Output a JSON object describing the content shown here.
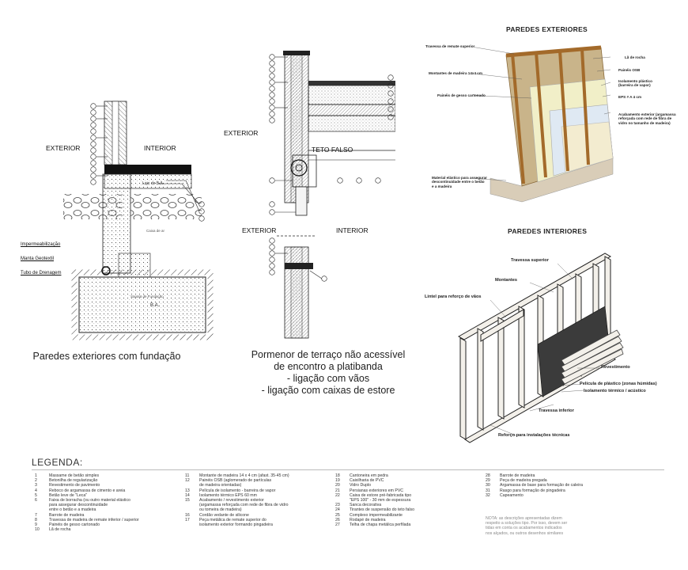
{
  "detail1": {
    "caption": "Paredes exteriores com fundação",
    "exterior": "EXTERIOR",
    "interior": "INTERIOR",
    "labels": [
      "Impermeabilização",
      "Manta Geotextil",
      "Tubo de Drenagem"
    ],
    "inner_labels": [
      "Laje de B.A.",
      "Caixa de ar",
      "Sapata de Fundação",
      "B.A."
    ]
  },
  "detail2": {
    "caption_lines": [
      "Pormenor de terraço não acessível",
      "de encontro a platibanda",
      "- ligação com vãos",
      "- ligação com caixas de estore"
    ],
    "exterior_top": "EXTERIOR",
    "teto_falso": "TETO FALSO",
    "exterior_bottom": "EXTERIOR",
    "interior_bottom": "INTERIOR"
  },
  "ext_walls": {
    "title": "PAREDES EXTERIORES",
    "left_labels": [
      "Travessa de remate superior",
      "Montantes de madeira 14x4 cm",
      "Painéis de gesso cartonado",
      "Material elástico para assegurar descontinuidade entre o betão e a madeira"
    ],
    "right_labels": [
      "Lã de rocha",
      "Painéis OSB",
      "Isolamento plástico (barreira de vapor)",
      "EPS # A 4 cm",
      "Acabamento exterior (argamassa reforçada com rede de fibra de vidro no tamanho de madeira)"
    ]
  },
  "int_walls": {
    "title": "PAREDES INTERIORES",
    "labels": [
      "Travessa superior",
      "Montantes",
      "Lintel para reforço de vãos",
      "Revestimento",
      "Película de plástico (zonas húmidas)",
      "Isolamento térmico / acústico",
      "Travessa inferior",
      "Reforço para instalações técnicas"
    ]
  },
  "legend": {
    "title": "LEGENDA:",
    "col1": [
      [
        "1",
        "Massame de betão simples"
      ],
      [
        "2",
        "Betonilha de regularização"
      ],
      [
        "3",
        "Revestimento de pavimento"
      ],
      [
        "4",
        "Reboco de argamassa de cimento e areia"
      ],
      [
        "5",
        "Betão leve de \"Leca\""
      ],
      [
        "6",
        "Faixa de borracha (ou outro material elástico"
      ],
      [
        "",
        "para assegurar descontinuidade"
      ],
      [
        "",
        "entre o betão e a madeira"
      ],
      [
        "7",
        "Barrote de madeira"
      ],
      [
        "8",
        "Travessa de madeira de remate inferior / superior"
      ],
      [
        "9",
        "Painéis de gesso cartonado"
      ],
      [
        "10",
        "Lã de rocha"
      ]
    ],
    "col2": [
      [
        "11",
        "Montante de madeira 14 x 4 cm (afast. 35-45 cm)"
      ],
      [
        "12",
        "Painéis OSB (aglomerado de partículas"
      ],
      [
        "",
        "de madeira orientadas)"
      ],
      [
        "13",
        "Película de isolamento - barreira de vapor"
      ],
      [
        "14",
        "Isolamento térmico EPS 60 mm"
      ],
      [
        "15",
        "Acabamento / revestimento exterior"
      ],
      [
        "",
        "(argamassa reforçada com  rede de fibra de vidro"
      ],
      [
        "",
        "ou tomeira de madeira)"
      ],
      [
        "16",
        "Cordão vedante de silicone"
      ],
      [
        "17",
        "Peça metálica de remate superior do"
      ],
      [
        "",
        "isolamento exterior formando pingadeira"
      ]
    ],
    "col3": [
      [
        "18",
        "Cantoneira em pedra"
      ],
      [
        "19",
        "Caixilharia de PVC"
      ],
      [
        "20",
        "Vidro Duplo"
      ],
      [
        "21",
        "Persianas exteriores em PVC"
      ],
      [
        "22",
        "Caixa de estore pré-fabricada tipo"
      ],
      [
        "",
        "\"EPS 100\" - 30 mm de espessura"
      ],
      [
        "23",
        "Sanca decorativa"
      ],
      [
        "24",
        "Tirantes de suspensão do teto falso"
      ],
      [
        "25",
        "Complexo impermeabilizante"
      ],
      [
        "26",
        "Rodapé de madeira"
      ],
      [
        "27",
        "Telha de chapa metálica perfilada"
      ]
    ],
    "col4": [
      [
        "28",
        "Barrote de madeira"
      ],
      [
        "29",
        "Peça de madeira pregada"
      ],
      [
        "30",
        "Argamassa de base para formação de caleira"
      ],
      [
        "31",
        "Rasgo para formação de pingadeira"
      ],
      [
        "32",
        "Capeamento"
      ]
    ],
    "note_lines": [
      "NOTA: as descrições apresentadas dizem",
      "respeito a soluções tipo. Por isso, devem ser",
      "tidas em conta os acabamentos indicados",
      "nos alçados, ou outros desenhos similares"
    ]
  }
}
